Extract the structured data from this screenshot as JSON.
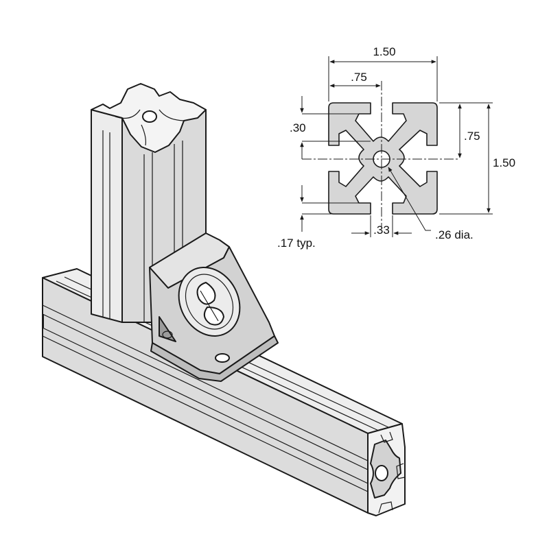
{
  "profile_drawing": {
    "overall_width_label": "1.50",
    "half_width_label": ".75",
    "slot_offset_label": ".30",
    "half_height_label": ".75",
    "overall_height_label": "1.50",
    "wall_label": ".17 typ.",
    "slot_width_label": ".33",
    "bore_label": ".26 dia."
  },
  "colors": {
    "profile_fill": "#d6d6d6",
    "extrusion_light": "#efefef",
    "extrusion_mid": "#d9d9d9",
    "extrusion_dark": "#bdbdbd",
    "line": "#1a1a1a"
  }
}
